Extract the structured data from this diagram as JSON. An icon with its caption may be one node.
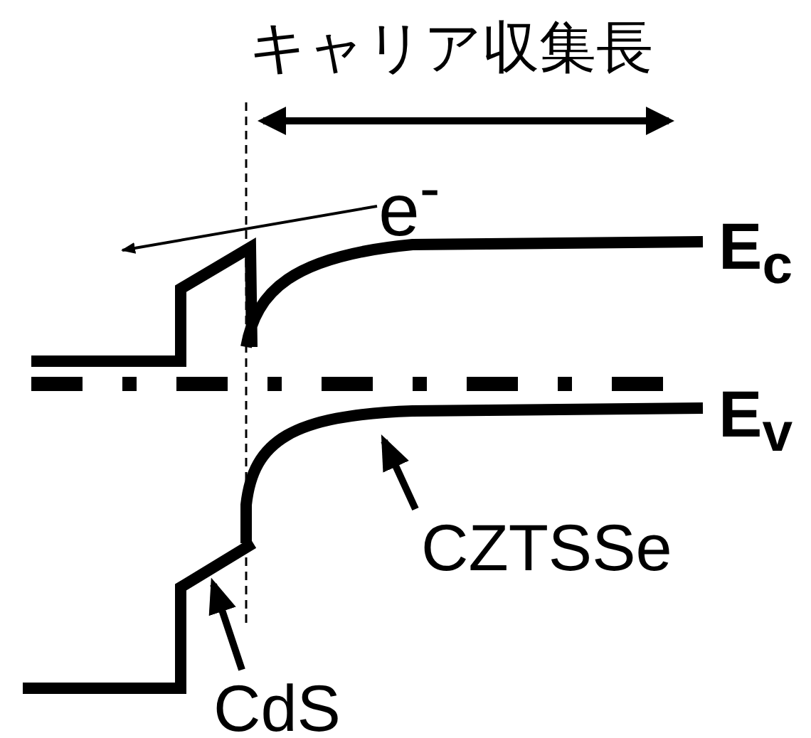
{
  "diagram": {
    "nodes": [
      {
        "text": [
          "CZTSSe"
        ]
      },
      {
        "text": [
          "CdS"
        ]
      }
    ],
    "edges": [
      {
        "from": 0,
        "to": null,
        "arrow": "to"
      },
      {
        "from": 1,
        "to": null,
        "arrow": "to"
      }
    ],
    "labels": [
      "キャリア収集長",
      "e$^{-}$",
      "E$_{c}$",
      "E$_{v}$"
    ]
  }
}
